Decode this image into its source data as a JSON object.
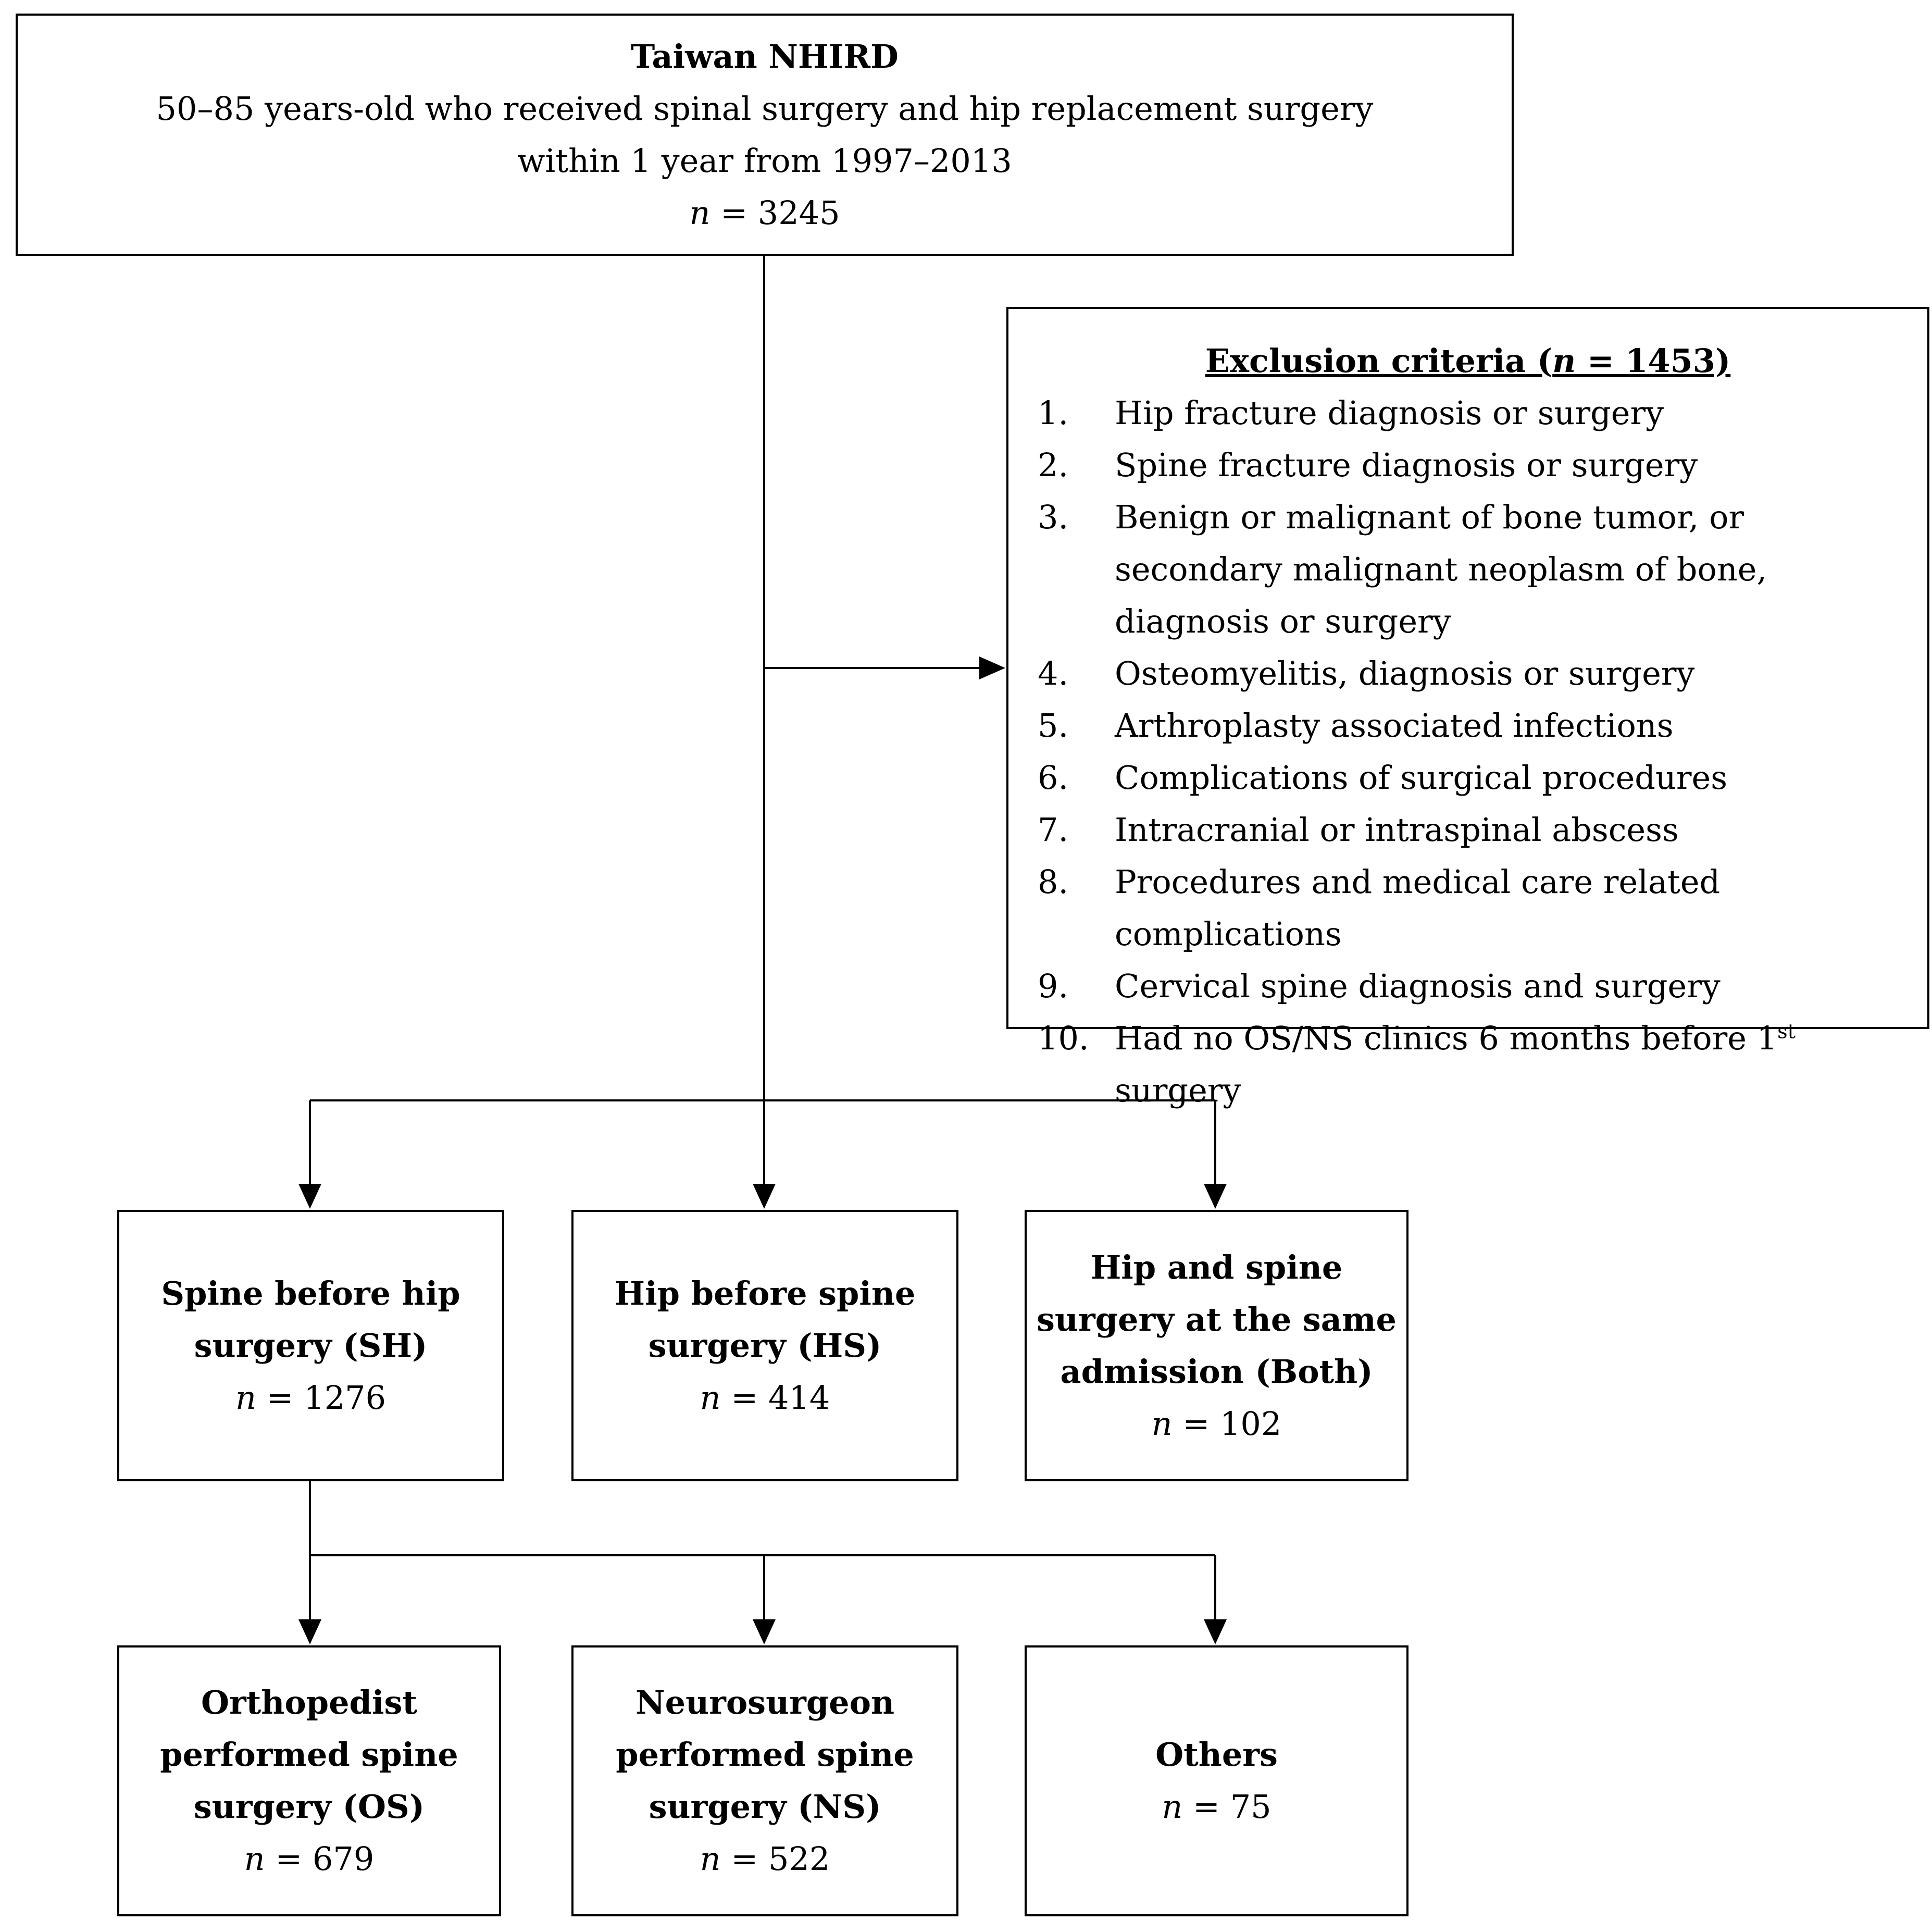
{
  "top_box": {
    "title": "Taiwan NHIRD",
    "line1": "50–85 years-old who received spinal surgery and hip replacement surgery",
    "line2": "within 1 year from 1997–2013",
    "n_symbol": "n",
    "n_value": " = 3245"
  },
  "exclusion": {
    "title_prefix": "Exclusion criteria (",
    "n_symbol": "n",
    "title_suffix": " = 1453)",
    "items": [
      {
        "num": "1.",
        "text": "Hip fracture diagnosis or surgery"
      },
      {
        "num": "2.",
        "text": "Spine fracture diagnosis or surgery"
      },
      {
        "num": "3.",
        "text": "Benign or malignant of bone tumor, or secondary malignant neoplasm of bone, diagnosis or surgery"
      },
      {
        "num": "4.",
        "text": "Osteomyelitis, diagnosis or surgery"
      },
      {
        "num": "5.",
        "text": "Arthroplasty associated infections"
      },
      {
        "num": "6.",
        "text": "Complications of surgical procedures"
      },
      {
        "num": "7.",
        "text": "Intracranial or intraspinal abscess"
      },
      {
        "num": "8.",
        "text": "Procedures and medical care related complications"
      },
      {
        "num": "9.",
        "text": "Cervical spine diagnosis and surgery"
      },
      {
        "num": "10.",
        "text_before": "Had no OS/NS clinics 6 months before 1",
        "text_sup": "st",
        "text_after": " surgery"
      }
    ]
  },
  "groups": {
    "sh": {
      "line1": "Spine before hip",
      "line2": "surgery (SH)",
      "n_symbol": "n",
      "n_value": " = 1276"
    },
    "hs": {
      "line1": "Hip before spine",
      "line2": "surgery (HS)",
      "n_symbol": "n",
      "n_value": " = 414"
    },
    "both": {
      "line1": "Hip and spine",
      "line2": "surgery at the same",
      "line3": "admission (Both)",
      "n_symbol": "n",
      "n_value": " = 102"
    }
  },
  "subgroups": {
    "os": {
      "line1": "Orthopedist",
      "line2": "performed spine",
      "line3": "surgery (OS)",
      "n_symbol": "n",
      "n_value": " = 679"
    },
    "ns": {
      "line1": "Neurosurgeon",
      "line2": "performed spine",
      "line3": "surgery (NS)",
      "n_symbol": "n",
      "n_value": " = 522"
    },
    "others": {
      "line1": "Others",
      "n_symbol": "n",
      "n_value": " = 75"
    }
  }
}
